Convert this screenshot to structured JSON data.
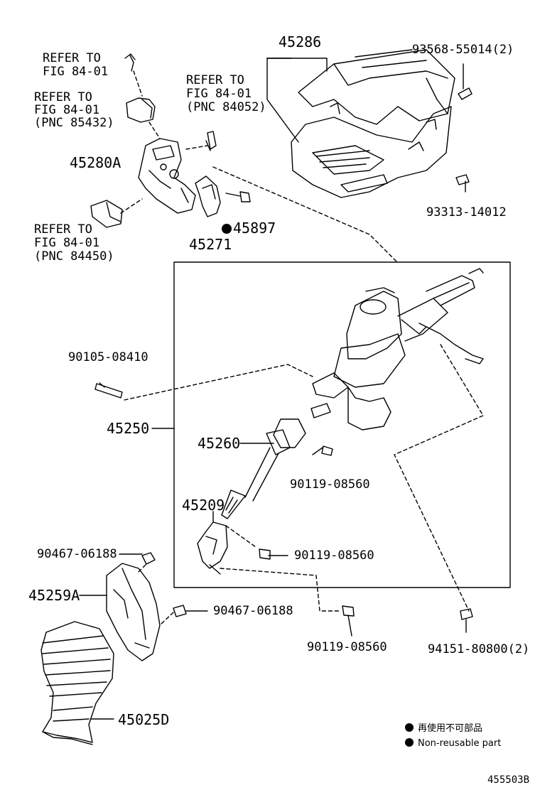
{
  "refs": {
    "ref1": {
      "line1": "REFER TO",
      "line2": "FIG 84-01"
    },
    "ref2": {
      "line1": "REFER TO",
      "line2": "FIG 84-01",
      "line3": "(PNC 85432)"
    },
    "ref3": {
      "line1": "REFER TO",
      "line2": "FIG 84-01",
      "line3": "(PNC 84052)"
    },
    "ref4": {
      "line1": "REFER TO",
      "line2": "FIG 84-01",
      "line3": "(PNC 84450)"
    }
  },
  "parts": {
    "p45286": "45286",
    "p93568": "93568-55014(2)",
    "p93313": "93313-14012",
    "p45280A": "45280A",
    "p45897": "45897",
    "p45271": "45271",
    "p90105": "90105-08410",
    "p45250": "45250",
    "p45260": "45260",
    "p90119a": "90119-08560",
    "p45209": "45209",
    "p90119b": "90119-08560",
    "p90467a": "90467-06188",
    "p45259A": "45259A",
    "p90467b": "90467-06188",
    "p90119c": "90119-08560",
    "p94151": "94151-80800(2)",
    "p45025D": "45025D"
  },
  "legend": {
    "jp": "再使用不可部品",
    "en": "Non-reusable part"
  },
  "diagram_code": "455503B"
}
